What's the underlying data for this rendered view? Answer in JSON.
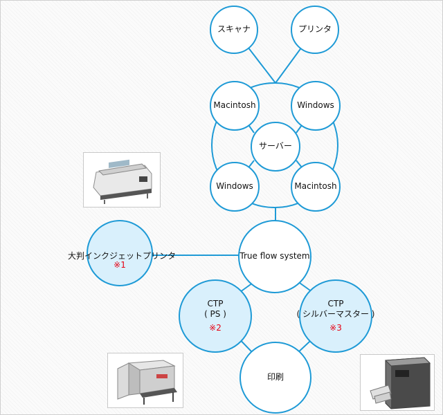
{
  "nodes": {
    "scanner": "スキャナ",
    "printer": "プリンタ",
    "mac_top": "Macintosh",
    "win_top": "Windows",
    "server": "サーバー",
    "win_bottom": "Windows",
    "mac_bottom": "Macintosh",
    "inkjet": "大判インクジェットプリンタ",
    "inkjet_note": "※1",
    "trueflow": "True flow system",
    "ctp_ps_title": "CTP",
    "ctp_ps_sub": "( PS )",
    "ctp_ps_note": "※2",
    "ctp_silver_title": "CTP",
    "ctp_silver_sub": "( シルバーマスター )",
    "ctp_silver_note": "※3",
    "print": "印刷"
  },
  "colors": {
    "accent": "#1e9ad6",
    "highlight_fill": "#d9f0fc",
    "note_red": "#e60012"
  },
  "images": {
    "inkjet_printer": "large-format-inkjet-printer-photo",
    "ctp_ps_machine": "ctp-plate-setter-photo",
    "ctp_silver_machine": "silver-master-ctp-photo"
  }
}
